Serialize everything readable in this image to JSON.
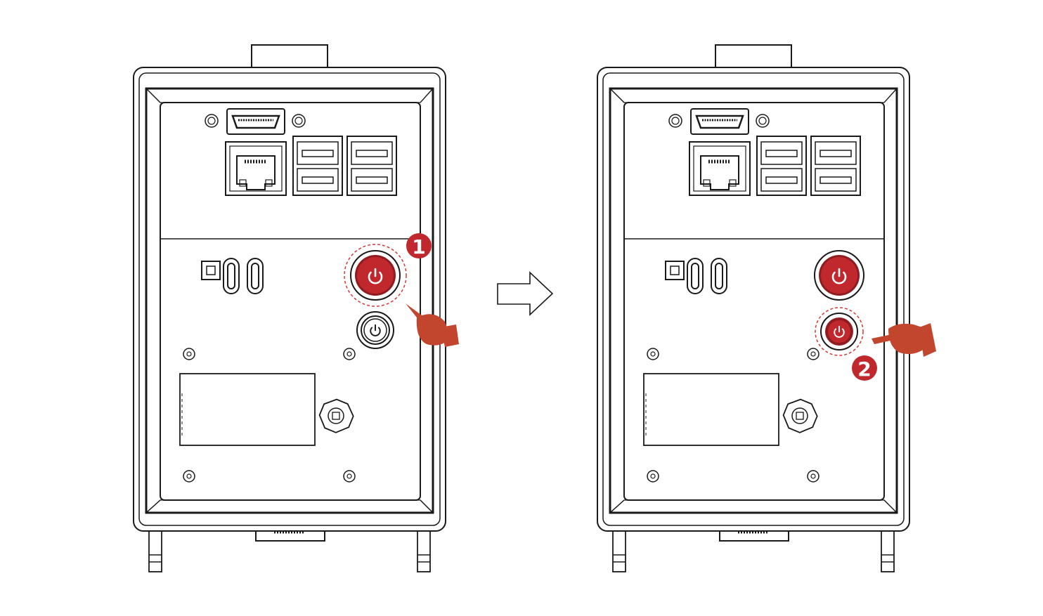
{
  "panels": [
    {
      "id": "before",
      "pressed_button": "main",
      "step_label": "1"
    },
    {
      "id": "after",
      "pressed_button": "secondary",
      "step_label": "2"
    }
  ],
  "colors": {
    "line": "#1a1a1a",
    "power_red": "#c0282d",
    "power_red_dark": "#8e1c20",
    "highlight_dash": "#d23a3a",
    "hand": "#c2452d",
    "badge": "#c0282d",
    "badge_text": "#ffffff"
  },
  "icons": {
    "arrow": "right-arrow-outline-icon",
    "hand": "pointing-hand-icon",
    "power": "power-icon"
  }
}
